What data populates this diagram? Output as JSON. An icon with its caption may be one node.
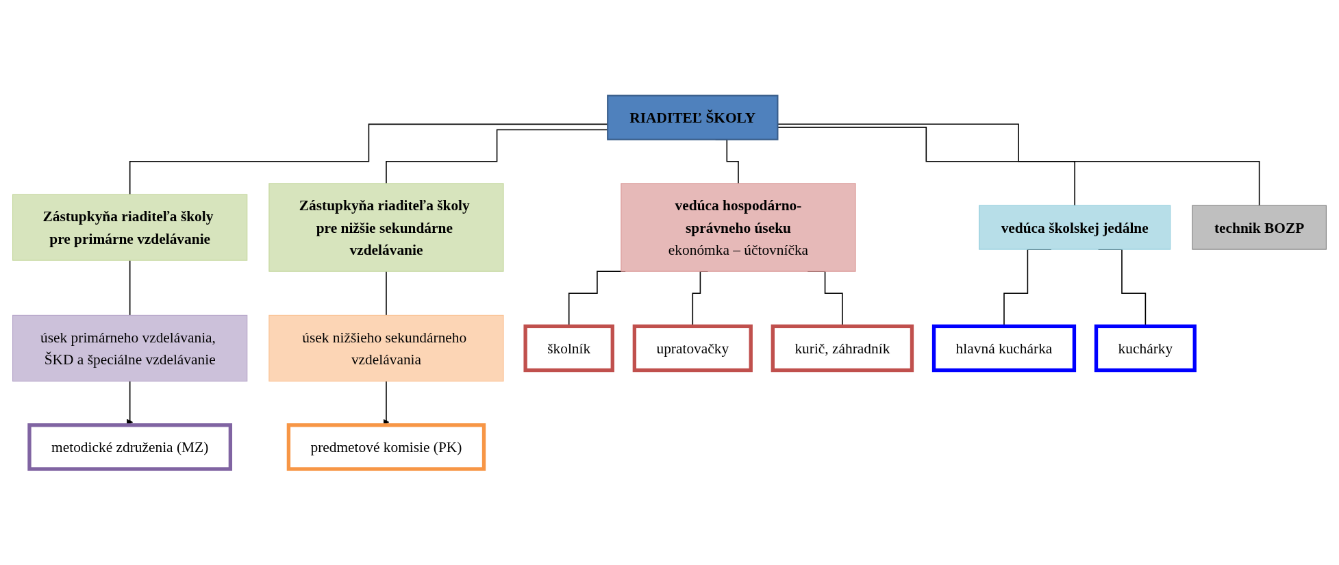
{
  "diagram": {
    "nodes": [
      {
        "text": [
          "RIADITEĽ ŠKOLY"
        ]
      },
      {
        "text": [
          "Zástupkyňa riaditeľa školy pre primárne vzdelávanie"
        ]
      },
      {
        "text": [
          "Zástupkyňa riaditeľa školy pre nižšie sekundárne vzdelávanie"
        ]
      },
      {
        "text": [
          "vedúca hospodárno-správneho úseku",
          "ekonómka – účtovníčka"
        ]
      },
      {
        "text": [
          "vedúca školskej jedálne"
        ]
      },
      {
        "text": [
          "technik BOZP"
        ]
      },
      {
        "text": [
          "úsek primárneho vzdelávania, ŠKD a špeciálne vzdelávanie"
        ]
      },
      {
        "text": [
          "úsek nižšieho sekundárneho vzdelávania"
        ]
      },
      {
        "text": [
          "metodické združenia (MZ)"
        ]
      },
      {
        "text": [
          "predmetové komisie (PK)"
        ]
      },
      {
        "text": [
          "školník"
        ]
      },
      {
        "text": [
          "upratovačky"
        ]
      },
      {
        "text": [
          "kurič, záhradník"
        ]
      },
      {
        "text": [
          "hlavná kuchárka"
        ]
      },
      {
        "text": [
          "kuchárky"
        ]
      }
    ],
    "edges": [
      {
        "from": 0,
        "to": 1,
        "arrow": "none"
      },
      {
        "from": 0,
        "to": 2,
        "arrow": "none"
      },
      {
        "from": 0,
        "to": 3,
        "arrow": "none"
      },
      {
        "from": 0,
        "to": 4,
        "arrow": "none"
      },
      {
        "from": 0,
        "to": 5,
        "arrow": "none"
      },
      {
        "from": 1,
        "to": 6,
        "arrow": "none"
      },
      {
        "from": 2,
        "to": 7,
        "arrow": "none"
      },
      {
        "from": 6,
        "to": 8,
        "arrow": "to"
      },
      {
        "from": 7,
        "to": 9,
        "arrow": "to"
      },
      {
        "from": 3,
        "to": 10,
        "arrow": "none"
      },
      {
        "from": 3,
        "to": 11,
        "arrow": "none"
      },
      {
        "from": 3,
        "to": 12,
        "arrow": "none"
      },
      {
        "from": 4,
        "to": 13,
        "arrow": "none"
      },
      {
        "from": 4,
        "to": 14,
        "arrow": "none"
      }
    ]
  }
}
